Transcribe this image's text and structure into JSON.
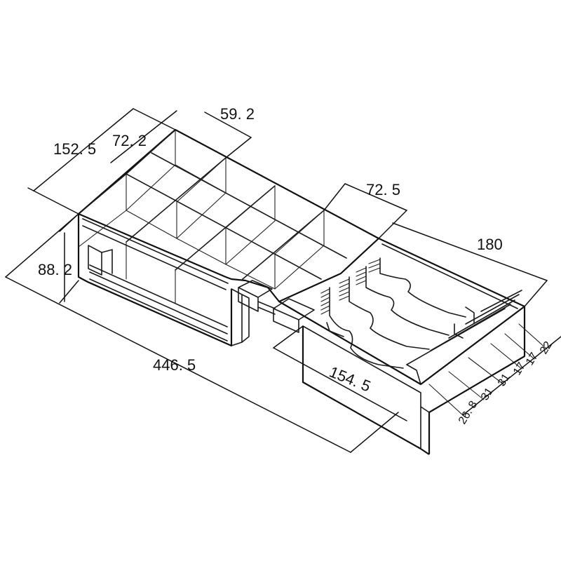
{
  "dimensions": {
    "depth_top": "152. 5",
    "cell_width": "72. 2",
    "cell_depth": "59. 2",
    "rear_cell_width": "72. 5",
    "tray_length": "180",
    "height": "88. 2",
    "total_length": "446. 5",
    "front_width": "154. 5",
    "slot_1": "26. 8",
    "slot_2": "31",
    "slot_3": "31",
    "slot_4": "17",
    "slot_5": "17",
    "slot_6": "22"
  },
  "colors": {
    "line": "#1a1a1a",
    "background": "#ffffff"
  }
}
